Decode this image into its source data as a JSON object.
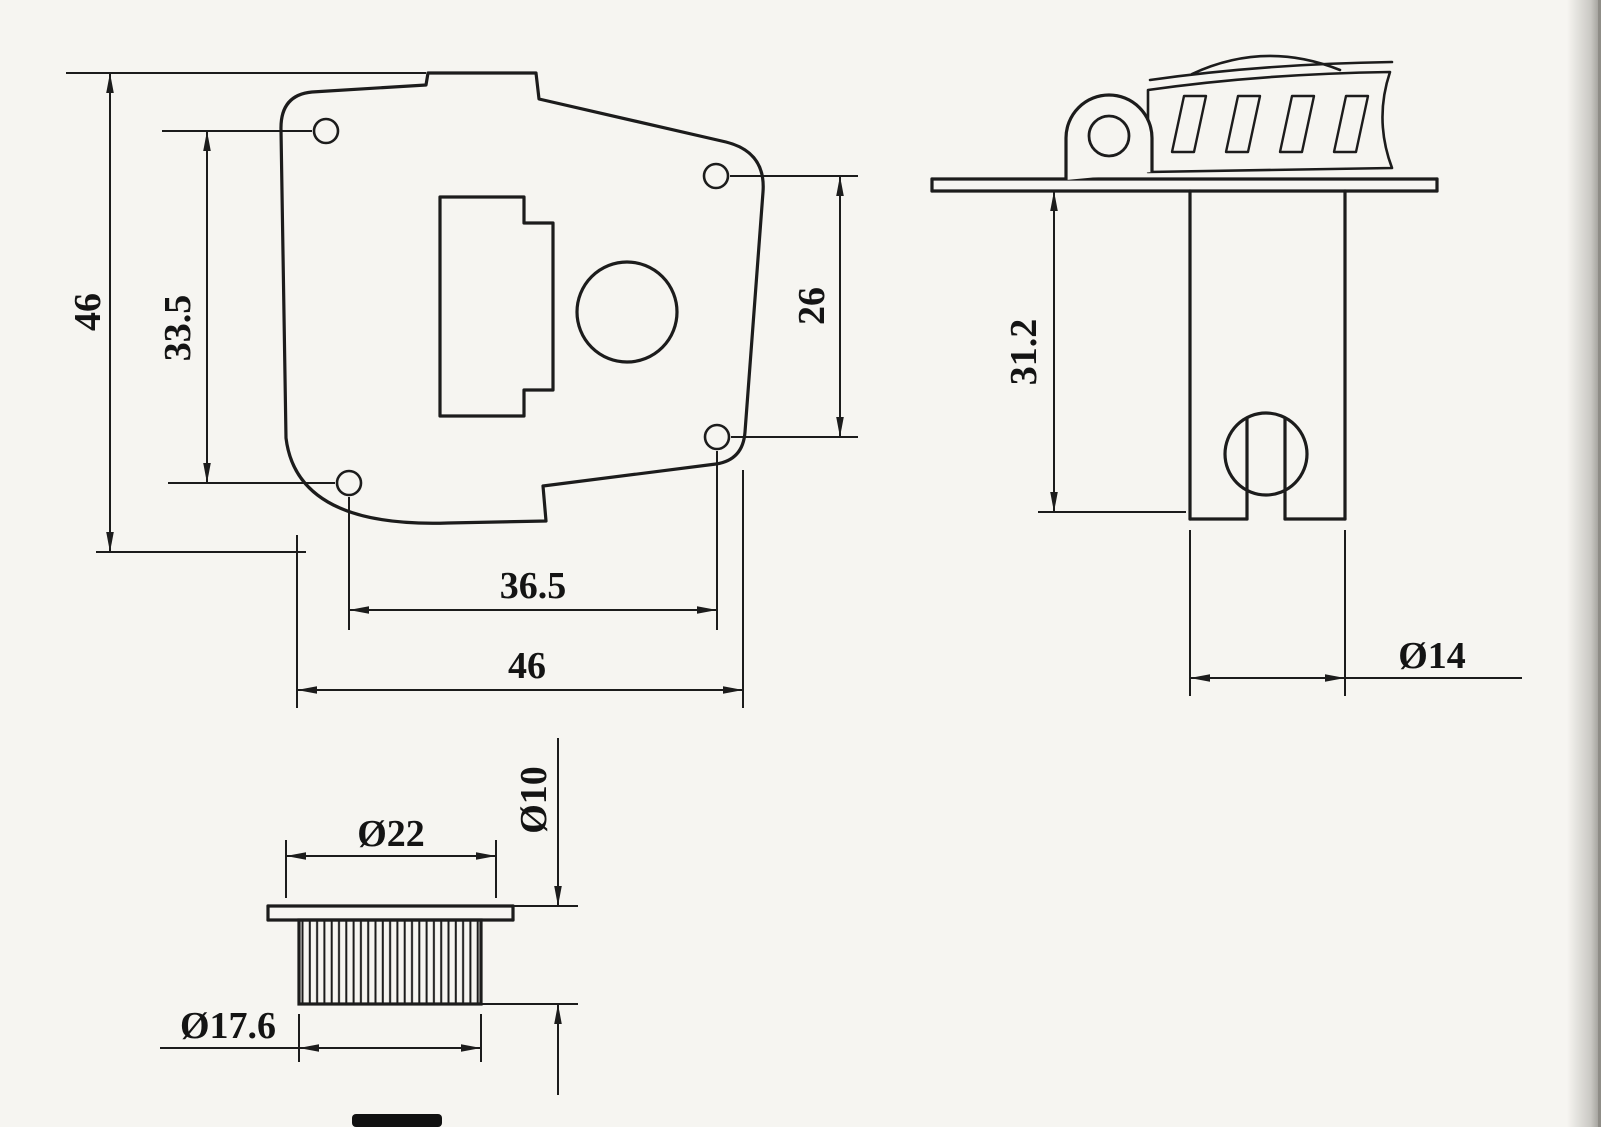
{
  "page": {
    "paper_color": "#f6f5f1",
    "ink_color": "#1c1c1c"
  },
  "front_view": {
    "dims": {
      "outer_height": "46",
      "left_hole_spacing": "33.5",
      "right_hole_spacing": "26",
      "hole_span_width": "36.5",
      "outer_width": "46"
    }
  },
  "side_view": {
    "dims": {
      "body_height": "31.2",
      "body_diameter": "Ø14"
    }
  },
  "knob_view": {
    "dims": {
      "flange_diameter": "Ø22",
      "bore_diameter": "Ø10",
      "knurl_diameter": "Ø17.6"
    }
  }
}
